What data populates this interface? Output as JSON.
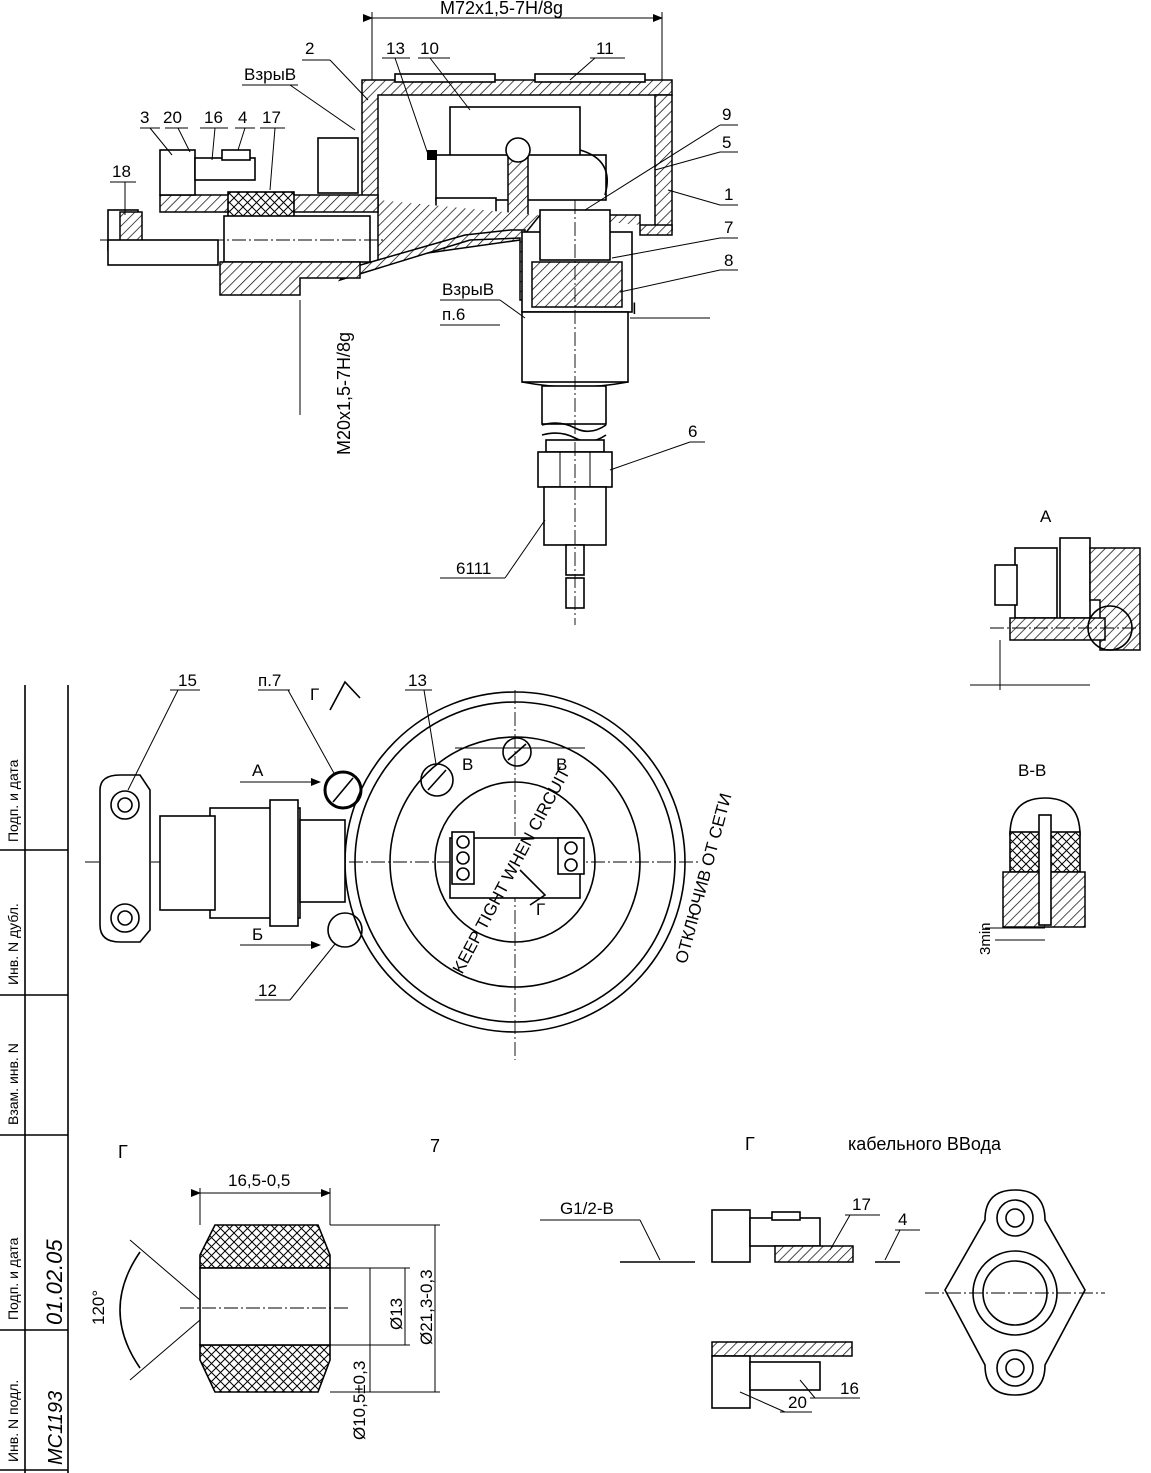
{
  "top_view": {
    "thread_top": "М72x1,5-7H/8g",
    "thread_side": "М20x1,5-7H/8g",
    "explosion_label_1": "ВзрыВ",
    "explosion_label_2": "ВзрыВ",
    "item_ref": "п.6",
    "part_code": "6111",
    "callout_I": "I",
    "callouts": {
      "p2": "2",
      "p13": "13",
      "p10": "10",
      "p11": "11",
      "p9": "9",
      "p5": "5",
      "p1": "1",
      "p7": "7",
      "p8": "8",
      "p3": "3",
      "p20": "20",
      "p16": "16",
      "p4": "4",
      "p17": "17",
      "p18": "18",
      "p6": "6"
    }
  },
  "view_a": {
    "title": "А"
  },
  "front_view": {
    "callout_15": "15",
    "callout_p7": "п.7",
    "callout_13": "13",
    "callout_12": "12",
    "section_g": "Г",
    "section_g2": "Г",
    "arrow_a": "А",
    "arrow_b": "Б",
    "section_v_left": "В",
    "section_v_right": "В",
    "ring_text_en": "KEEP TIGHT WHEN CIRCUIT",
    "ring_text_ru": "ОТКЛЮЧИВ ОТ СЕТИ"
  },
  "section_vv": {
    "title": "В-В",
    "dim_min": "3min"
  },
  "seal_detail": {
    "title": "Г",
    "title_suffix": "7",
    "dim_length": "16,5-0,5",
    "angle": "120°",
    "dia_inner": "Ø13",
    "dia_outer": "Ø21,3-0,3",
    "dia_hole": "Ø10,5±0,3"
  },
  "cable_entry": {
    "title": "Г",
    "title_text": "кабельного ВВода",
    "thread": "G1/2-В",
    "callout_17": "17",
    "callout_4": "4",
    "callout_16": "16",
    "callout_20": "20"
  },
  "stamp": {
    "col1": "Подп. и дата",
    "col2": "Инв. N дубл.",
    "col3": "Взам. инв. N",
    "col4": "Подп. и дата",
    "col5": "Инв. N подл.",
    "handwriting_1": "01.02.05",
    "handwriting_2": "МС1193"
  }
}
